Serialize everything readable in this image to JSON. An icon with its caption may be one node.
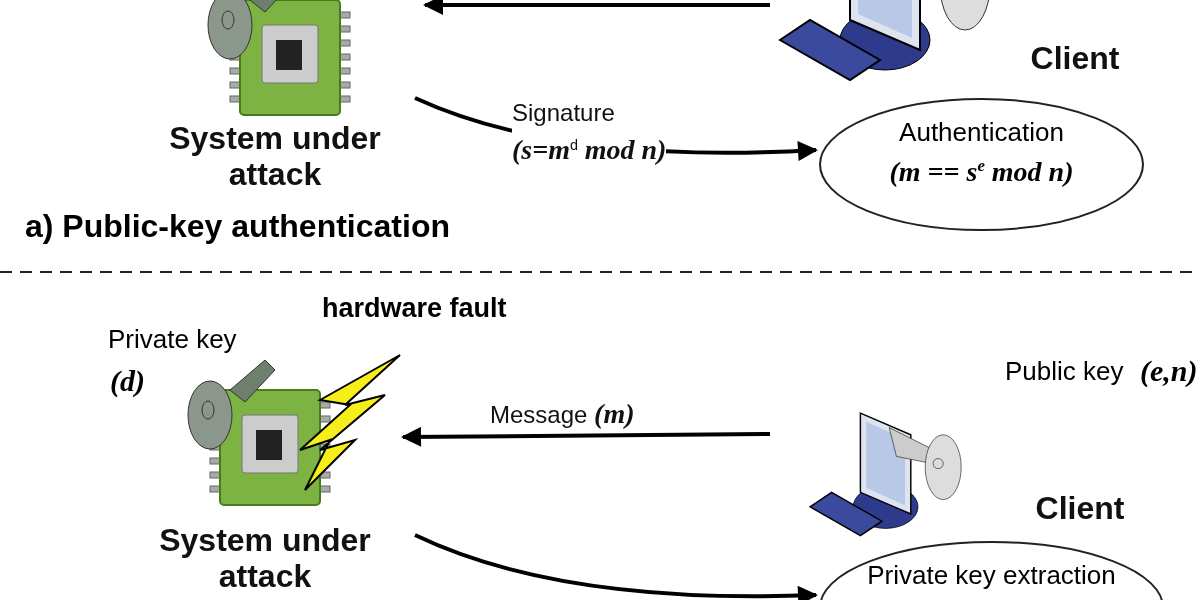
{
  "diagram": {
    "nodes": [
      {
        "text": [
          "System under attack"
        ]
      },
      {
        "text": [
          "Client"
        ]
      },
      {
        "text": [
          "Authentication",
          "(m == s$^{e}$ mod n)"
        ]
      },
      {
        "text": [
          "System under attack"
        ],
        "beside": [
          "Private key",
          "(d)"
        ]
      },
      {
        "text": [
          "Client"
        ],
        "beside": [
          "Public key",
          "(e,n)"
        ]
      },
      {
        "text": [
          "Private key extraction"
        ]
      }
    ],
    "edges": [
      {
        "from": 1,
        "to": 0,
        "arrow": "to"
      },
      {
        "from": 0,
        "to": 2,
        "arrow": "to",
        "label": "Signature *(s=m*$^{d}$ *mod n)*"
      },
      {
        "from": 4,
        "to": 3,
        "arrow": "to",
        "label": "Message *(m)*"
      },
      {
        "from": 3,
        "to": 5,
        "arrow": "to"
      }
    ],
    "labels": [
      "a) Public-key authentication",
      "hardware fault"
    ]
  }
}
